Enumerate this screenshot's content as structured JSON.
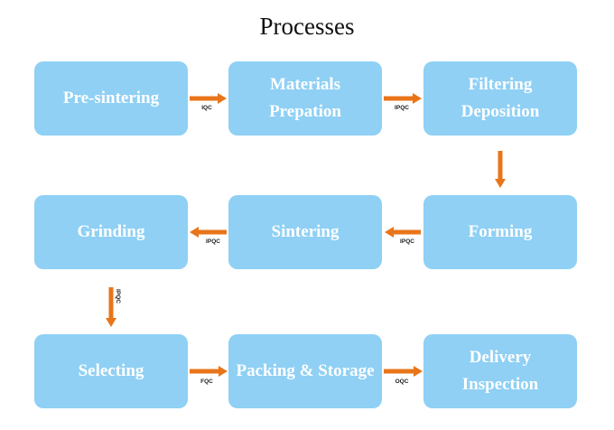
{
  "title": "Processes",
  "colors": {
    "box": "#8fd0f4",
    "arrow": "#e8751a",
    "label": "#ffffff"
  },
  "steps": [
    {
      "label": "Pre-sintering"
    },
    {
      "label": "Materials\nPrepation"
    },
    {
      "label": "Filtering\nDeposition"
    },
    {
      "label": "Forming"
    },
    {
      "label": "Sintering"
    },
    {
      "label": "Grinding"
    },
    {
      "label": "Selecting"
    },
    {
      "label": "Packing & Storage"
    },
    {
      "label": "Delivery\nInspection"
    }
  ],
  "connectors": [
    {
      "from": "Pre-sintering",
      "to": "Materials Prepation",
      "label": "IQC"
    },
    {
      "from": "Materials Prepation",
      "to": "Filtering Deposition",
      "label": "IPQC"
    },
    {
      "from": "Filtering Deposition",
      "to": "Forming",
      "label": ""
    },
    {
      "from": "Forming",
      "to": "Sintering",
      "label": "IPQC"
    },
    {
      "from": "Sintering",
      "to": "Grinding",
      "label": "IPQC"
    },
    {
      "from": "Grinding",
      "to": "Selecting",
      "label": "IPQC"
    },
    {
      "from": "Selecting",
      "to": "Packing & Storage",
      "label": "FQC"
    },
    {
      "from": "Packing & Storage",
      "to": "Delivery Inspection",
      "label": "OQC"
    }
  ]
}
